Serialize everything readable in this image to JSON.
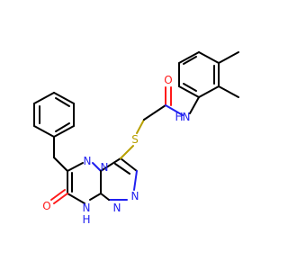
{
  "molecule": {
    "colors": {
      "carbon_bond": "#000000",
      "nitrogen": "#2020f0",
      "oxygen": "#ff1a1a",
      "sulfur": "#b8a000",
      "background": "#ffffff"
    },
    "atom_labels": {
      "s_thioether": "S",
      "o_amide": "O",
      "nh_amide": "N",
      "h_amide": "H",
      "n_triazine_top": "N",
      "n_bridge": "N",
      "n_triazole_1": "N",
      "n_triazole_2": "N",
      "nh_ring": "N",
      "h_ring": "H",
      "o_ketone": "O"
    }
  }
}
